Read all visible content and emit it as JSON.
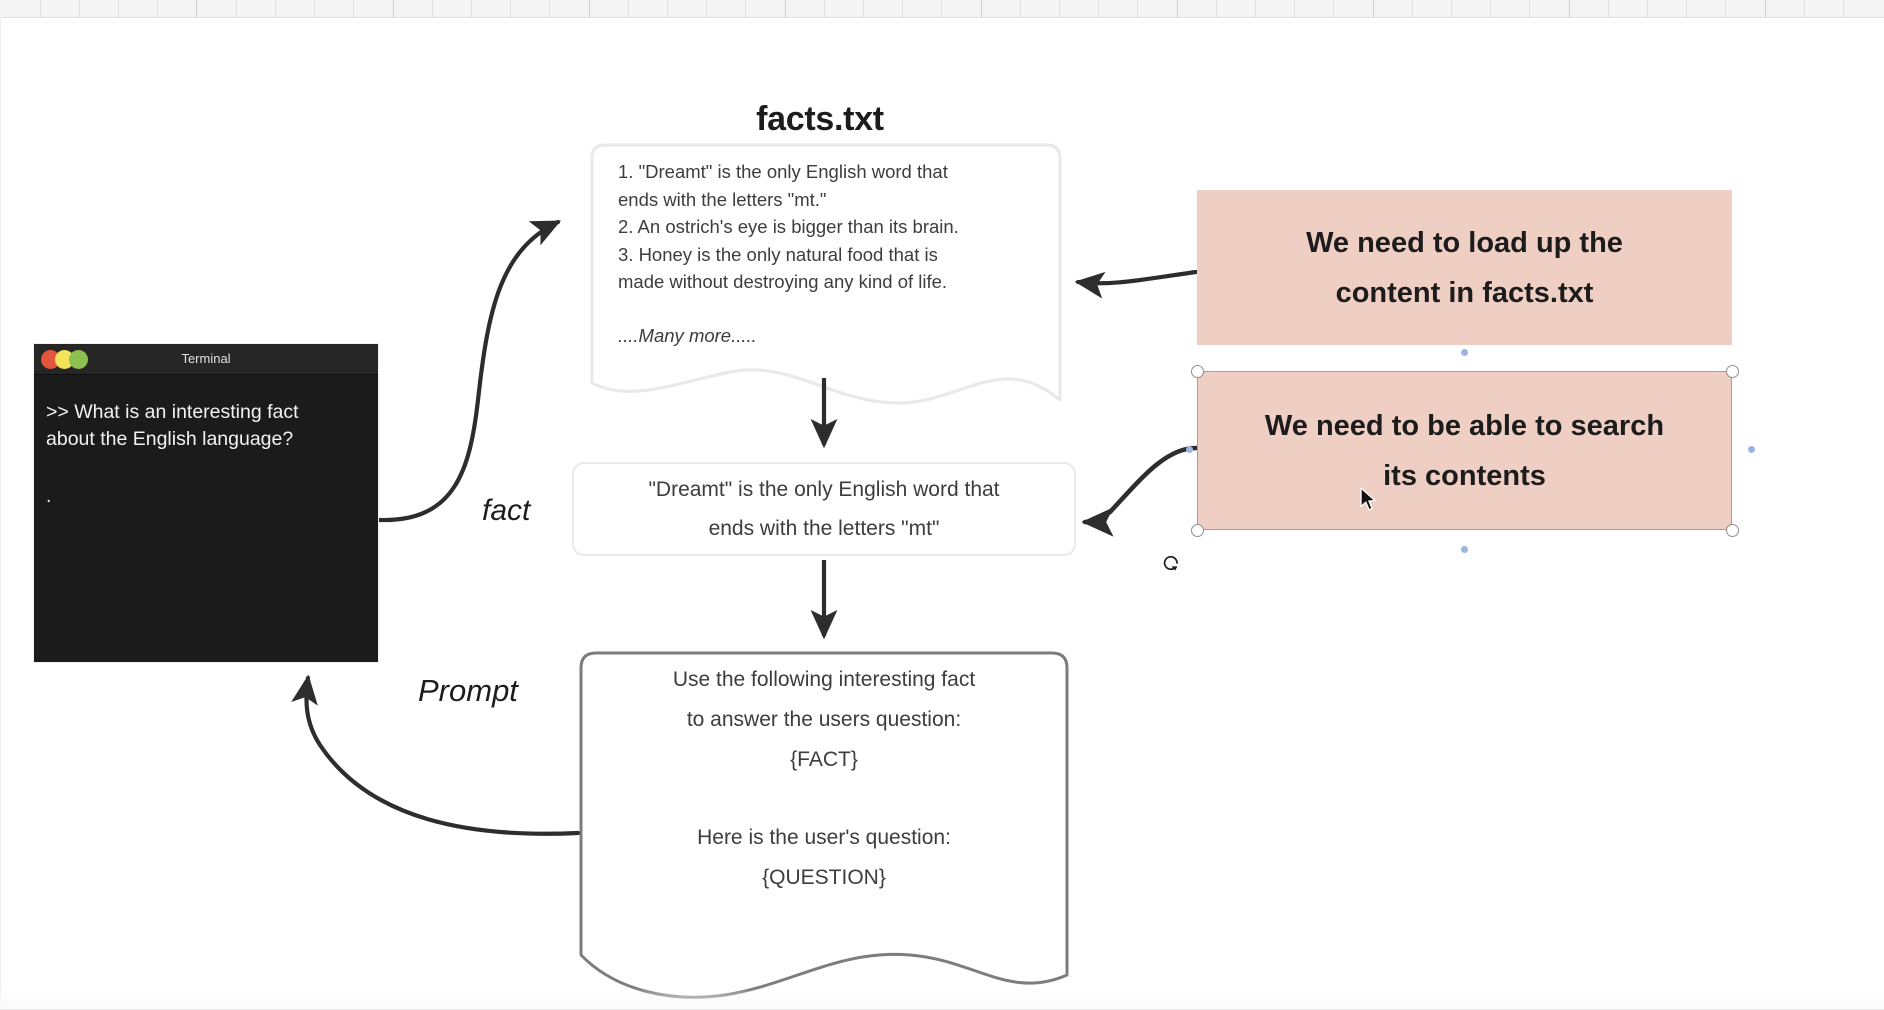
{
  "app": {
    "canvas_background": "#ffffff",
    "ruler_background": "#f4f4f4"
  },
  "document_node": {
    "title": "facts.txt",
    "lines": [
      "1. \"Dreamt\" is the only English word that",
      "ends with the letters \"mt.\"",
      "2. An ostrich's eye is bigger than its brain.",
      "3. Honey is the only natural food that is",
      "made without destroying any kind of life."
    ],
    "footer": "....Many more....."
  },
  "fact_node": {
    "label": "fact",
    "text_line_1": "\"Dreamt\" is the only English word that",
    "text_line_2": "ends with the letters \"mt\""
  },
  "prompt_node": {
    "label": "Prompt",
    "line_1": "Use the following interesting fact",
    "line_2": "to answer the users question:",
    "line_3": "{FACT}",
    "line_4": "Here is the user's question:",
    "line_5": "{QUESTION}"
  },
  "terminal": {
    "title": "Terminal",
    "line_1": ">> What is an interesting fact",
    "line_2": "about the English language?",
    "cursor": ".",
    "background": "#1b1b1b",
    "titlebar_background": "#262626",
    "buttons": [
      {
        "name": "close",
        "color": "#e2563c"
      },
      {
        "name": "minimize",
        "color": "#f2e35b"
      },
      {
        "name": "maximize",
        "color": "#8cc152"
      }
    ]
  },
  "notes": [
    {
      "id": "load-content",
      "line_1": "We need to load up the",
      "line_2": "content in facts.txt",
      "fill": "#efcec3",
      "selected": false
    },
    {
      "id": "search-contents",
      "line_1": "We need to be able to search",
      "line_2": "its contents",
      "fill": "#efcec3",
      "selected": true,
      "selection_border": "#9a9ad0"
    }
  ],
  "icons": {
    "rotate": "rotate-handle-icon",
    "cursor": "mouse-pointer-icon"
  }
}
